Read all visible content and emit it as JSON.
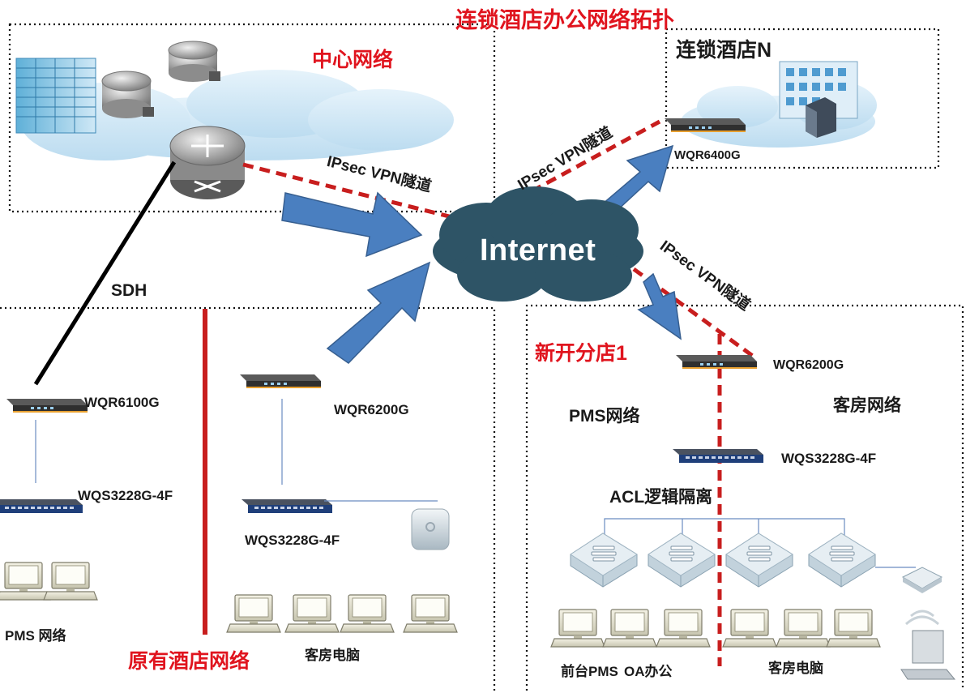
{
  "title": "连锁酒店办公网络拓扑",
  "zones": {
    "center": "中心网络",
    "chain_n": "连锁酒店N",
    "new_branch": "新开分店1",
    "original": "原有酒店网络"
  },
  "internet_label": "Internet",
  "vpn_label": "IPsec VPN隧道",
  "sdh_label": "SDH",
  "devices": {
    "wqr6400g": "WQR6400G",
    "wqr6100g": "WQR6100G",
    "wqr6200g_original": "WQR6200G",
    "wqr6200g_branch": "WQR6200G",
    "wqs_original_left": "WQS3228G-4F",
    "wqs_original_right": "WQS3228G-4F",
    "wqs_branch": "WQS3228G-4F"
  },
  "labels": {
    "pms_network_branch": "PMS网络",
    "guest_network": "客房网络",
    "acl_isolation": "ACL逻辑隔离",
    "pms_network_original": "PMS 网络",
    "guest_pc_original": "客房电脑",
    "front_desk_pms": "前台PMS",
    "oa_office": "OA办公",
    "guest_pc_branch": "客房电脑"
  },
  "colors": {
    "vpn_red": "#c81e1e",
    "label_red": "#e0141e",
    "arrow_blue": "#4a7fc0",
    "cloud_dark": "#2e5466",
    "zone_border": "#111111"
  }
}
